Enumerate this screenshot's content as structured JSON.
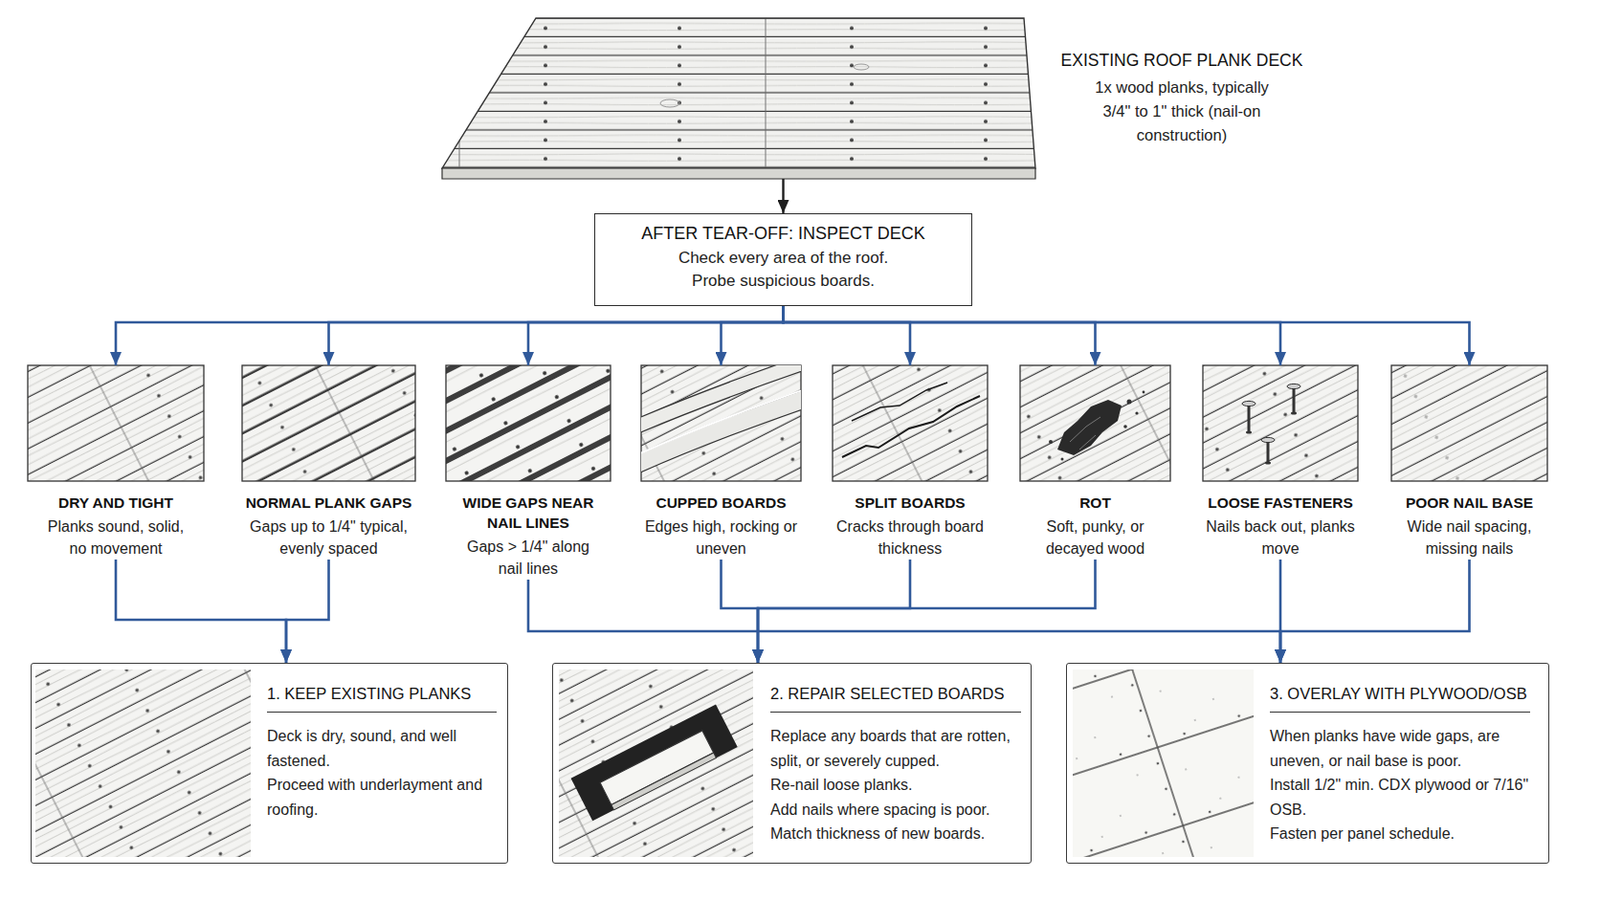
{
  "diagram": {
    "nodes": [
      {
        "text": [
          "EXISTING ROOF PLANK DECK",
          "1x wood planks, typically 3/4\" to 1\" thick (nail-on construction)"
        ]
      },
      {
        "text": [
          "AFTER TEAR-OFF: INSPECT DECK",
          "Check every area of the roof. Probe suspicious boards."
        ]
      },
      {
        "text": [
          "DRY AND TIGHT",
          "Planks sound, solid, no movement"
        ]
      },
      {
        "text": [
          "NORMAL PLANK GAPS",
          "Gaps up to 1/4\" typical, evenly spaced"
        ]
      },
      {
        "text": [
          "WIDE GAPS NEAR NAIL LINES",
          "Gaps > 1/4\" along nail lines"
        ]
      },
      {
        "text": [
          "CUPPED BOARDS",
          "Edges high, rocking or uneven"
        ]
      },
      {
        "text": [
          "SPLIT BOARDS",
          "Cracks through board thickness"
        ]
      },
      {
        "text": [
          "ROT",
          "Soft, punky, or decayed wood"
        ]
      },
      {
        "text": [
          "LOOSE FASTENERS",
          "Nails back out, planks move"
        ]
      },
      {
        "text": [
          "POOR NAIL BASE",
          "Wide nail spacing, missing nails"
        ]
      },
      {
        "text": [
          "1. KEEP EXISTING PLANKS",
          "Deck is dry, sound, and well fastened.",
          "Proceed with underlayment and roofing."
        ]
      },
      {
        "text": [
          "2. REPAIR SELECTED BOARDS",
          "Replace any boards that are rotten, split, or severely cupped.",
          "Re-nail loose planks.",
          "Add nails where spacing is poor.",
          "Match thickness of new boards."
        ]
      },
      {
        "text": [
          "3. OVERLAY WITH PLYWOOD/OSB",
          "When planks have wide gaps, are uneven, or nail base is poor.",
          "Install 1/2\" min. CDX plywood or 7/16\" OSB.",
          "Fasten per panel schedule."
        ]
      }
    ],
    "edges": [
      {
        "from": 0,
        "to": 1,
        "arrow": "to"
      },
      {
        "from": 1,
        "to": 2,
        "arrow": "to"
      },
      {
        "from": 1,
        "to": 3,
        "arrow": "to"
      },
      {
        "from": 1,
        "to": 4,
        "arrow": "to"
      },
      {
        "from": 1,
        "to": 5,
        "arrow": "to"
      },
      {
        "from": 1,
        "to": 6,
        "arrow": "to"
      },
      {
        "from": 1,
        "to": 7,
        "arrow": "to"
      },
      {
        "from": 1,
        "to": 8,
        "arrow": "to"
      },
      {
        "from": 1,
        "to": 9,
        "arrow": "to"
      },
      {
        "from": 2,
        "to": 10,
        "arrow": "to"
      },
      {
        "from": 3,
        "to": 10,
        "arrow": "to"
      },
      {
        "from": 5,
        "to": 11,
        "arrow": "to"
      },
      {
        "from": 6,
        "to": 11,
        "arrow": "to"
      },
      {
        "from": 7,
        "to": 11,
        "arrow": "to"
      },
      {
        "from": 4,
        "to": 12,
        "arrow": "to"
      },
      {
        "from": 8,
        "to": 12,
        "arrow": "to"
      },
      {
        "from": 9,
        "to": 12,
        "arrow": "to"
      }
    ]
  }
}
